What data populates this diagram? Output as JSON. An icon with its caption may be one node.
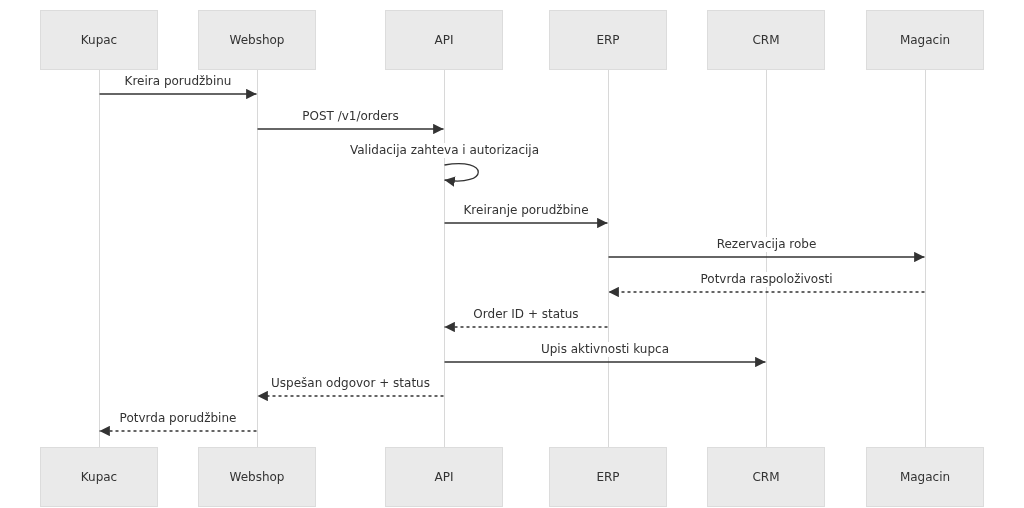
{
  "diagram": {
    "nodes": [
      {
        "text": [
          "Kupac"
        ]
      },
      {
        "text": [
          "Webshop"
        ]
      },
      {
        "text": [
          "API"
        ]
      },
      {
        "text": [
          "ERP"
        ]
      },
      {
        "text": [
          "CRM"
        ]
      },
      {
        "text": [
          "Magacin"
        ]
      },
      {
        "text": [],
        "shape": "bar"
      },
      {
        "text": [],
        "shape": "bar"
      },
      {
        "text": [],
        "shape": "bar"
      },
      {
        "text": [],
        "shape": "bar"
      },
      {
        "text": [],
        "shape": "bar"
      },
      {
        "text": [],
        "shape": "bar"
      },
      {
        "text": [
          "Kupac"
        ]
      },
      {
        "text": [
          "Webshop"
        ]
      },
      {
        "text": [
          "API"
        ]
      },
      {
        "text": [
          "ERP"
        ]
      },
      {
        "text": [
          "CRM"
        ]
      },
      {
        "text": [
          "Magacin"
        ]
      }
    ],
    "edges": [
      {
        "from": 6,
        "to": 7,
        "arrow": "to",
        "label": "Kreira porudžbinu"
      },
      {
        "from": 7,
        "to": 8,
        "arrow": "to",
        "label": "POST /v1/orders"
      },
      {
        "from": 8,
        "to": 8,
        "arrow": "to",
        "label": "Validacija zahteva i autorizacija"
      },
      {
        "from": 8,
        "to": 9,
        "arrow": "to",
        "label": "Kreiranje porudžbine"
      },
      {
        "from": 9,
        "to": 11,
        "arrow": "to",
        "label": "Rezervacija robe"
      },
      {
        "from": 11,
        "to": 9,
        "arrow": "to",
        "label": "Potvrda raspoloživosti",
        "style": "dashed"
      },
      {
        "from": 9,
        "to": 8,
        "arrow": "to",
        "label": "Order ID + status",
        "style": "dashed"
      },
      {
        "from": 8,
        "to": 10,
        "arrow": "to",
        "label": "Upis aktivnosti kupca"
      },
      {
        "from": 8,
        "to": 7,
        "arrow": "to",
        "label": "Uspešan odgovor + status",
        "style": "dashed"
      },
      {
        "from": 7,
        "to": 6,
        "arrow": "to",
        "label": "Potvrda porudžbine",
        "style": "dashed"
      }
    ]
  }
}
